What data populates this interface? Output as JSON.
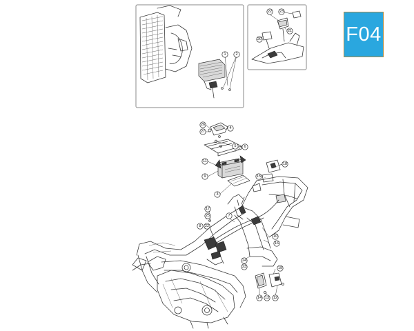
{
  "page_code": "F04",
  "insets": {
    "left": {
      "callouts": [
        "1",
        "2"
      ]
    },
    "right": {
      "callouts": [
        "22",
        "23",
        "20",
        "21"
      ]
    }
  },
  "main": {
    "callouts": [
      "26",
      "27",
      "4",
      "5",
      "6",
      "11",
      "9",
      "3",
      "15",
      "18",
      "17",
      "25",
      "7",
      "8",
      "10",
      "16",
      "19",
      "24",
      "14",
      "13",
      "12"
    ]
  }
}
